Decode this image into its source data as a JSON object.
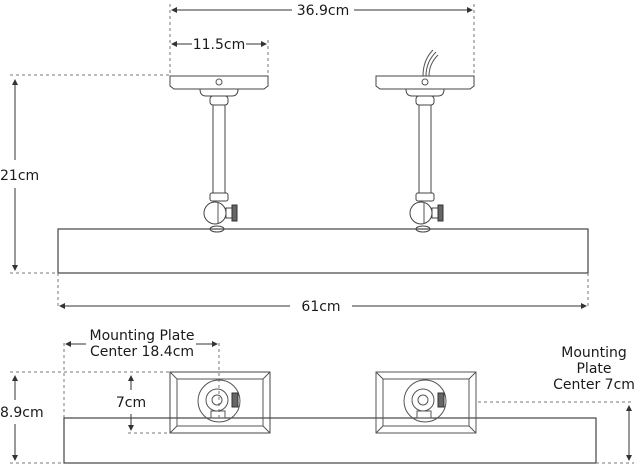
{
  "diagram": {
    "type": "dimension-drawing",
    "subject": "picture light fixture with two mounting plates",
    "views": {
      "front": {
        "dimensions": {
          "mount_span": "36.9cm",
          "plate_width": "11.5cm",
          "height": "21cm",
          "width": "61cm"
        }
      },
      "top": {
        "dimensions": {
          "mounting_plate_center_horizontal_line1": "Mounting Plate",
          "mounting_plate_center_horizontal_line2": "Center 18.4cm",
          "plate_height": "7cm",
          "depth": "8.9cm",
          "mounting_plate_center_vertical_line1": "Mounting",
          "mounting_plate_center_vertical_line2": "Plate",
          "mounting_plate_center_vertical_line3": "Center 7cm"
        }
      }
    },
    "colors": {
      "line": "#555555",
      "text": "#1a1a1a",
      "background": "#ffffff"
    }
  }
}
